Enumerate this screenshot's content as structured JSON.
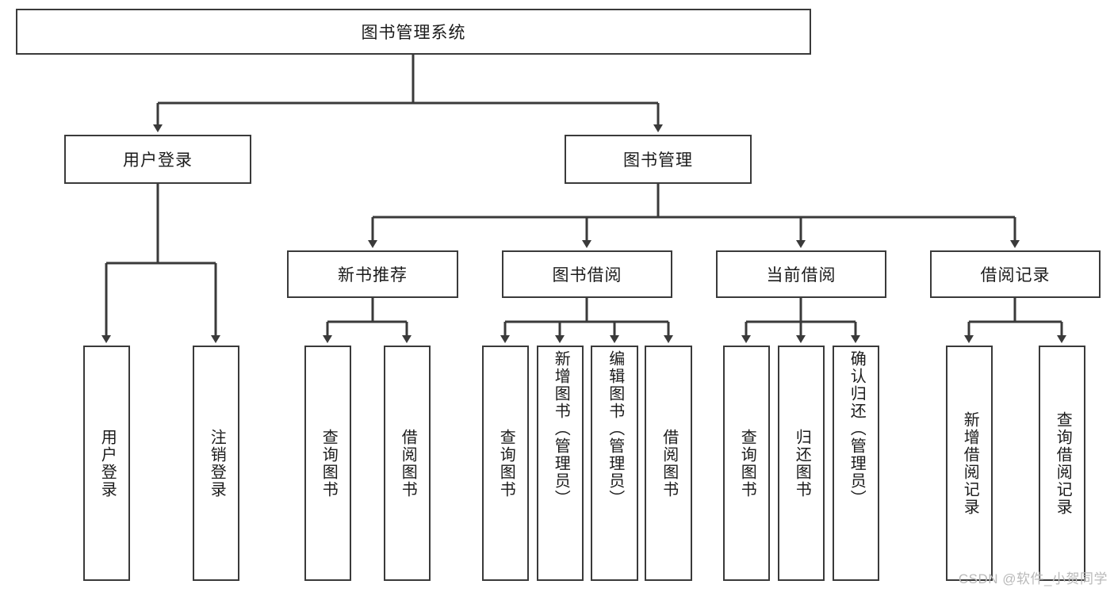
{
  "diagram": {
    "title_node": {
      "label": "图书管理系统"
    },
    "level2": [
      {
        "label": "用户登录"
      },
      {
        "label": "图书管理"
      }
    ],
    "level3": [
      {
        "label": "新书推荐"
      },
      {
        "label": "图书借阅"
      },
      {
        "label": "当前借阅"
      },
      {
        "label": "借阅记录"
      }
    ],
    "leaves": [
      {
        "label": "用户登录"
      },
      {
        "label": "注销登录"
      },
      {
        "label": "查询图书"
      },
      {
        "label": "借阅图书"
      },
      {
        "label": "查询图书"
      },
      {
        "label": "新增图书（管理员）"
      },
      {
        "label": "编辑图书（管理员）"
      },
      {
        "label": "借阅图书"
      },
      {
        "label": "查询图书"
      },
      {
        "label": "归还图书"
      },
      {
        "label": "确认归还（管理员）"
      },
      {
        "label": "新增借阅记录"
      },
      {
        "label": "查询借阅记录"
      }
    ],
    "watermark": "CSDN @软件_小贺同学",
    "colors": {
      "stroke": "#3a3a3a",
      "text": "#1b1b1b",
      "background": "#ffffff",
      "watermark": "#b9b9b9"
    }
  }
}
